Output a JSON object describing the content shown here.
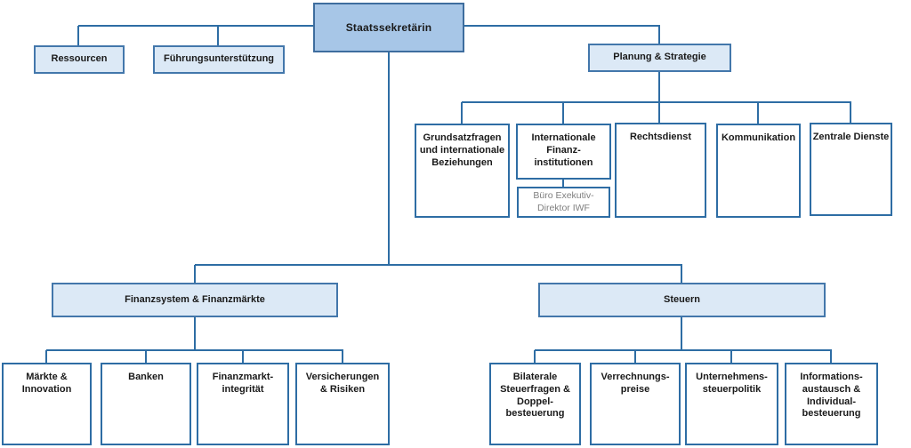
{
  "diagram": {
    "type": "org-chart",
    "nodes": {
      "staatssekretaerin": {
        "label": "Staatssekretärin",
        "level": 1
      },
      "ressourcen": {
        "label": "Ressourcen",
        "level": 2
      },
      "fuehrungsunterstuetzung": {
        "label": "Führungsunterstützung",
        "level": 2
      },
      "planung_strategie": {
        "label": "Planung & Strategie",
        "level": 2
      },
      "grundsatzfragen": {
        "label": "Grundsatzfragen\nund internationale\nBeziehungen",
        "level": 3
      },
      "internationale_finanzinstitutionen": {
        "label": "Internationale\nFinanz-\ninstitutionen",
        "level": 3
      },
      "buero_exekutivdirektor_iwf": {
        "label": "Büro Exekutiv-\nDirektor IWF",
        "level": 4
      },
      "rechtsdienst": {
        "label": "Rechtsdienst",
        "level": 3
      },
      "kommunikation": {
        "label": "Kommunikation",
        "level": 3
      },
      "zentrale_dienste": {
        "label": "Zentrale Dienste",
        "level": 3
      },
      "finanzsystem_finanzmaerkte": {
        "label": "Finanzsystem & Finanzmärkte",
        "level": 2
      },
      "steuern": {
        "label": "Steuern",
        "level": 2
      },
      "maerkte_innovation": {
        "label": "Märkte &\nInnovation",
        "level": 3
      },
      "banken": {
        "label": "Banken",
        "level": 3
      },
      "finanzmarktintegritaet": {
        "label": "Finanzmarkt-\nintegrität",
        "level": 3
      },
      "versicherungen_risiken": {
        "label": "Versicherungen\n& Risiken",
        "level": 3
      },
      "bilaterale_steuerfragen": {
        "label": "Bilaterale\nSteuerfragen &\nDoppel-\nbesteuerung",
        "level": 3
      },
      "verrechnungspreise": {
        "label": "Verrechnungs-\npreise",
        "level": 3
      },
      "unternehmenssteuerpolitik": {
        "label": "Unternehmens-\nsteuerpolitik",
        "level": 3
      },
      "informationsaustausch": {
        "label": "Informations-\naustausch &\nIndividual-\nbesteuerung",
        "level": 3
      }
    },
    "edges": [
      {
        "from": "staatssekretaerin",
        "to": [
          "ressourcen",
          "fuehrungsunterstuetzung",
          "planung_strategie",
          "finanzsystem_finanzmaerkte",
          "steuern"
        ]
      },
      {
        "from": "planung_strategie",
        "to": [
          "grundsatzfragen",
          "internationale_finanzinstitutionen",
          "rechtsdienst",
          "kommunikation",
          "zentrale_dienste"
        ]
      },
      {
        "from": "internationale_finanzinstitutionen",
        "to": [
          "buero_exekutivdirektor_iwf"
        ]
      },
      {
        "from": "finanzsystem_finanzmaerkte",
        "to": [
          "maerkte_innovation",
          "banken",
          "finanzmarktintegritaet",
          "versicherungen_risiken"
        ]
      },
      {
        "from": "steuern",
        "to": [
          "bilaterale_steuerfragen",
          "verrechnungspreise",
          "unternehmenssteuerpolitik",
          "informationsaustausch"
        ]
      }
    ],
    "colors": {
      "primary_fill": "#a7c6e7",
      "primary_border": "#3e6d9e",
      "light_fill": "#dce9f6",
      "light_border": "#4377ab",
      "unit_border": "#2e6da4",
      "line_color": "#2e6da4",
      "muted_text": "#7f7f7f"
    }
  }
}
